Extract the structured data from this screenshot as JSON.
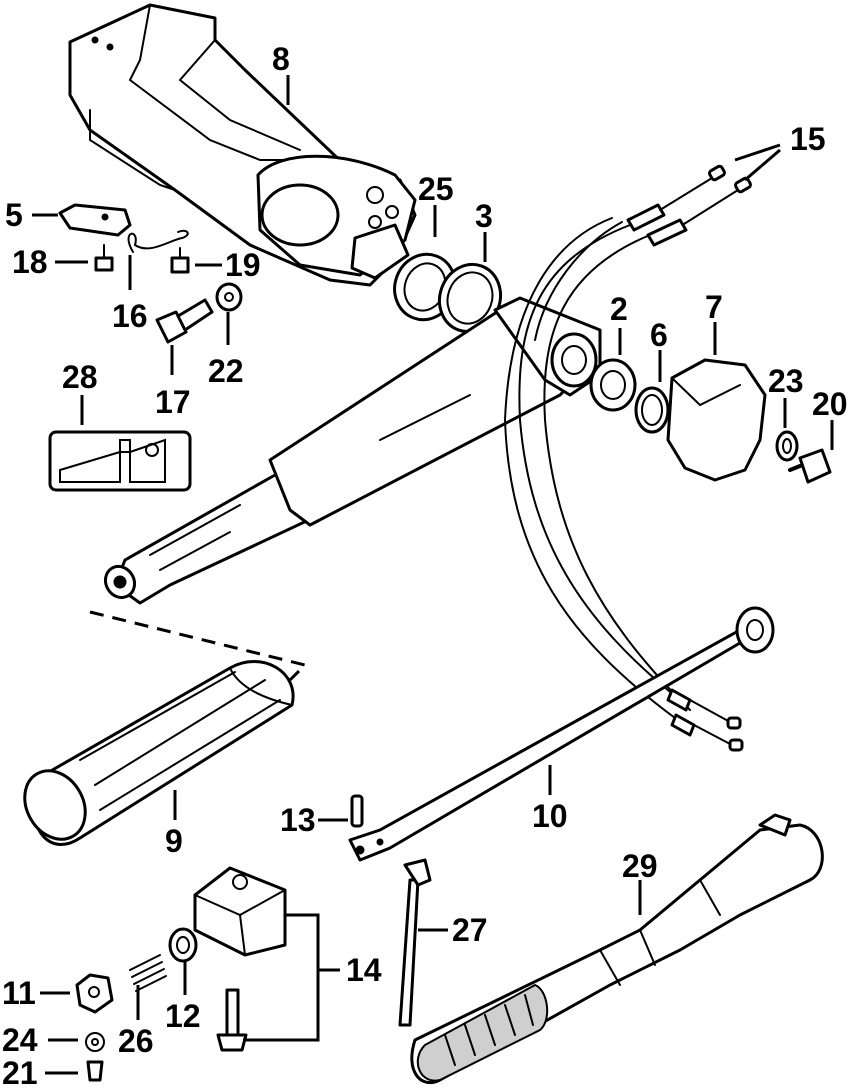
{
  "diagram": {
    "labels": {
      "p2": "2",
      "p3": "3",
      "p5": "5",
      "p6": "6",
      "p7": "7",
      "p8": "8",
      "p9": "9",
      "p10": "10",
      "p11": "11",
      "p12": "12",
      "p13": "13",
      "p14": "14",
      "p15": "15",
      "p16": "16",
      "p17": "17",
      "p18": "18",
      "p19": "19",
      "p20": "20",
      "p21": "21",
      "p22": "22",
      "p23": "23",
      "p24": "24",
      "p25": "25",
      "p26": "26",
      "p27": "27",
      "p28": "28",
      "p29": "29"
    },
    "colors": {
      "line": "#000000",
      "background": "#ffffff"
    }
  }
}
